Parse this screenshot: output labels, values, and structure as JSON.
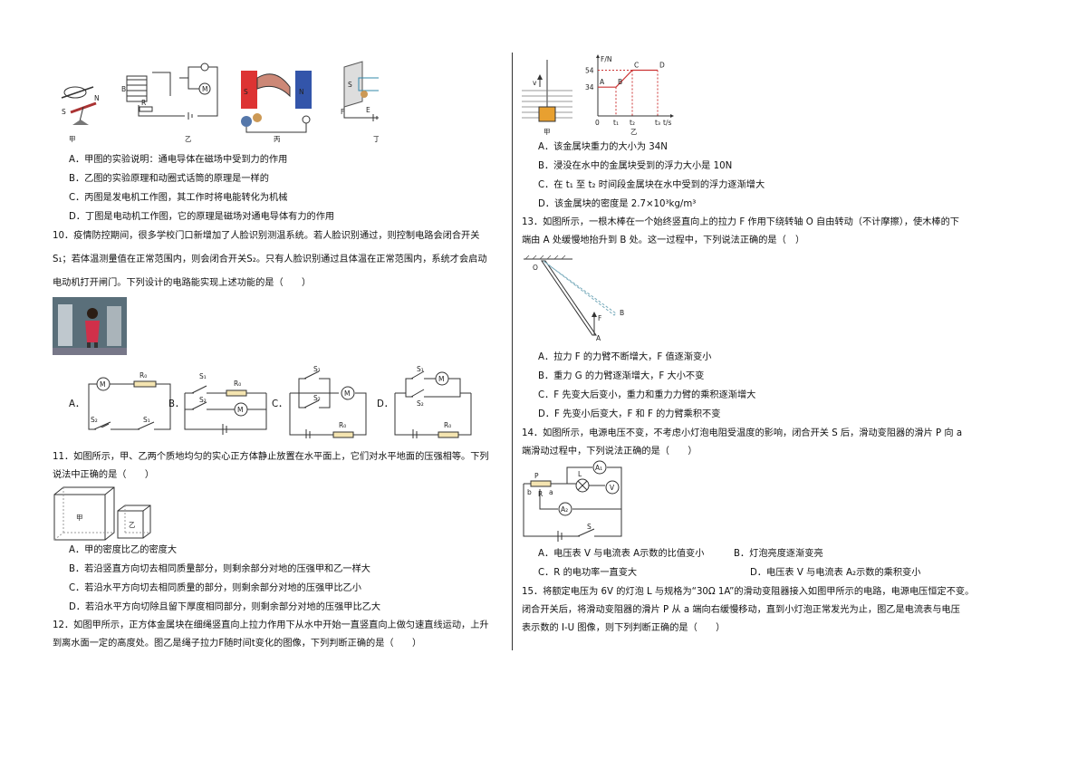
{
  "q9": {
    "fig_labels": [
      "甲",
      "乙",
      "丙",
      "丁"
    ],
    "opt_a": "A．甲图的实验说明：通电导体在磁场中受到力的作用",
    "opt_b": "B．乙图的实验原理和动圈式话筒的原理是一样的",
    "opt_c": "C．丙图是发电机工作图，其工作时将电能转化为机械",
    "opt_d": "D．丁图是电动机工作图，它的原理是磁场对通电导体有力的作用"
  },
  "q10": {
    "line1": "10．疫情防控期间，很多学校门口新增加了人脸识别测温系统。若人脸识别通过，则控制电路会闭合开关",
    "line2": "S₁；若体温测量值在正常范围内，则会闭合开关S₂。只有人脸识别通过且体温在正常范围内，系统才会启动",
    "line3": "电动机打开闸门。下列设计的电路能实现上述功能的是（　　）",
    "opt_labels": [
      "A．",
      "B．",
      "C．",
      "D．"
    ]
  },
  "q11": {
    "line1": "11．如图所示，甲、乙两个质地均匀的实心正方体静止放置在水平面上，它们对水平地面的压强相等。下列",
    "line2": "说法中正确的是（　　）",
    "cube_a": "甲",
    "cube_b": "乙",
    "opt_a": "A．甲的密度比乙的密度大",
    "opt_b": "B．若沿竖直方向切去相同质量部分，则剩余部分对地的压强甲和乙一样大",
    "opt_c": "C．若沿水平方向切去相同质量的部分，则剩余部分对地的压强甲比乙小",
    "opt_d": "D．若沿水平方向切除且留下厚度相同部分，则剩余部分对地的压强甲比乙大"
  },
  "q12": {
    "line1": "12．如图甲所示，正方体金属块在细绳竖直向上拉力作用下从水中开始一直竖直向上做匀速直线运动，上升",
    "line2": "到离水面一定的高度处。图乙是绳子拉力F随时间t变化的图像，下列判断正确的是（　　）",
    "fig_a": "甲",
    "fig_b": "乙",
    "opt_a": "A．该金属块重力的大小为 34N",
    "opt_b": "B．浸没在水中的金属块受到的浮力大小是 10N",
    "opt_c": "C．在 t₁ 至 t₂ 时间段金属块在水中受到的浮力逐渐增大",
    "opt_d": "D．该金属块的密度是 2.7×10³kg/m³"
  },
  "q13": {
    "line1": "13．如图所示，一根木棒在一个始终竖直向上的拉力 F 作用下绕转轴 O 自由转动（不计摩擦），使木棒的下",
    "line2": "端由 A 处缓慢地抬升到 B 处。这一过程中，下列说法正确的是（　）",
    "opt_a": "A．拉力 F 的力臂不断增大，F 值逐渐变小",
    "opt_b": "B．重力 G 的力臂逐渐增大，F 大小不变",
    "opt_c": "C．F 先变大后变小，重力和重力力臂的乘积逐渐增大",
    "opt_d": "D．F 先变小后变大，F 和 F 的力臂乘积不变"
  },
  "q14": {
    "line1": "14．如图所示，电源电压不变，不考虑小灯泡电阻受温度的影响，闭合开关 S 后，滑动变阻器的滑片 P 向 a",
    "line2": "端滑动过程中，下列说法正确的是（　　）",
    "opt_a": "A．电压表 V 与电流表 A示数的比值变小",
    "opt_b": "B．灯泡亮度逐渐变亮",
    "opt_c": "C．R 的电功率一直变大",
    "opt_d": "D．电压表 V 与电流表 A₂示数的乘积变小"
  },
  "q15": {
    "line1": "15．将额定电压为 6V 的灯泡 L 与规格为“30Ω 1A”的滑动变阻器接入如图甲所示的电路，电源电压恒定不变。",
    "line2": "闭合开关后，将滑动变阻器的滑片 P 从 a 端向右缓慢移动，直到小灯泡正常发光为止，图乙是电流表与电压",
    "line3": "表示数的 I-U 图像，则下列判断正确的是（　　）"
  },
  "chart_data": {
    "type": "line",
    "title": "",
    "xlabel": "t/s",
    "ylabel": "F/N",
    "x_ticks": [
      "0",
      "t₁",
      "t₂",
      "t₃"
    ],
    "y_ticks": [
      34,
      54
    ],
    "points": [
      {
        "label": "A",
        "x": "0",
        "y": 34
      },
      {
        "label": "B",
        "x": "t₁",
        "y": 34
      },
      {
        "label": "C",
        "x": "t₂",
        "y": 54
      },
      {
        "label": "D",
        "x": "t₃",
        "y": 54
      }
    ]
  }
}
